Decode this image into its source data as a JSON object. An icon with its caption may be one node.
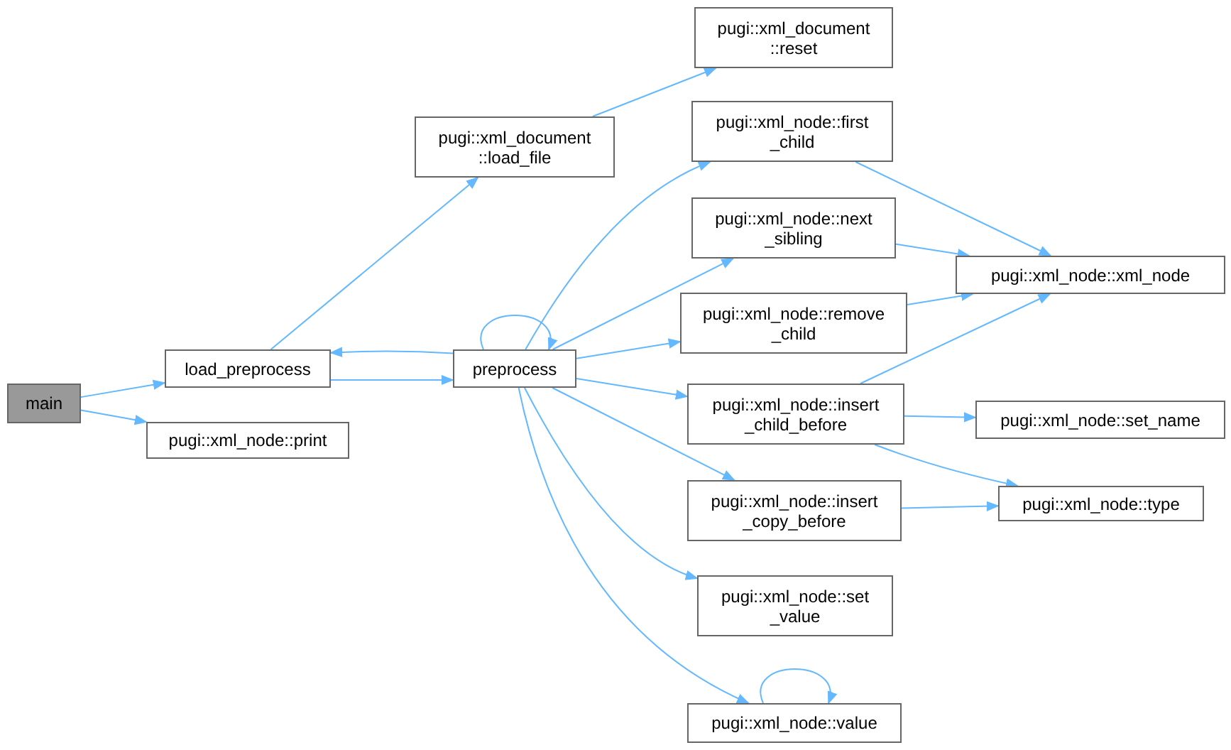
{
  "diagram": {
    "nodes": [
      {
        "text": [
          "main"
        ]
      },
      {
        "text": [
          "load_preprocess"
        ]
      },
      {
        "text": [
          "pugi::xml_node::print"
        ]
      },
      {
        "text": [
          "pugi::xml_document ::load_file"
        ]
      },
      {
        "text": [
          "preprocess"
        ]
      },
      {
        "text": [
          "pugi::xml_document ::reset"
        ]
      },
      {
        "text": [
          "pugi::xml_node::first _child"
        ]
      },
      {
        "text": [
          "pugi::xml_node::next _sibling"
        ]
      },
      {
        "text": [
          "pugi::xml_node::remove _child"
        ]
      },
      {
        "text": [
          "pugi::xml_node::insert _child_before"
        ]
      },
      {
        "text": [
          "pugi::xml_node::insert _copy_before"
        ]
      },
      {
        "text": [
          "pugi::xml_node::set _value"
        ]
      },
      {
        "text": [
          "pugi::xml_node::value"
        ]
      },
      {
        "text": [
          "pugi::xml_node::xml_node"
        ]
      },
      {
        "text": [
          "pugi::xml_node::set_name"
        ]
      },
      {
        "text": [
          "pugi::xml_node::type"
        ]
      }
    ],
    "edges": [
      {
        "from": 0,
        "to": 1,
        "arrow": "to"
      },
      {
        "from": 0,
        "to": 2,
        "arrow": "to"
      },
      {
        "from": 1,
        "to": 3,
        "arrow": "to"
      },
      {
        "from": 3,
        "to": 5,
        "arrow": "to"
      },
      {
        "from": 1,
        "to": 4,
        "arrow": "to"
      },
      {
        "from": 4,
        "to": 1,
        "arrow": "to"
      },
      {
        "from": 4,
        "to": 4,
        "arrow": "to"
      },
      {
        "from": 4,
        "to": 6,
        "arrow": "to"
      },
      {
        "from": 4,
        "to": 7,
        "arrow": "to"
      },
      {
        "from": 4,
        "to": 8,
        "arrow": "to"
      },
      {
        "from": 4,
        "to": 9,
        "arrow": "to"
      },
      {
        "from": 4,
        "to": 10,
        "arrow": "to"
      },
      {
        "from": 4,
        "to": 11,
        "arrow": "to"
      },
      {
        "from": 4,
        "to": 12,
        "arrow": "to"
      },
      {
        "from": 6,
        "to": 13,
        "arrow": "to"
      },
      {
        "from": 7,
        "to": 13,
        "arrow": "to"
      },
      {
        "from": 8,
        "to": 13,
        "arrow": "to"
      },
      {
        "from": 9,
        "to": 13,
        "arrow": "to"
      },
      {
        "from": 9,
        "to": 14,
        "arrow": "to"
      },
      {
        "from": 9,
        "to": 15,
        "arrow": "to"
      },
      {
        "from": 10,
        "to": 15,
        "arrow": "to"
      },
      {
        "from": 12,
        "to": 12,
        "arrow": "to"
      }
    ]
  }
}
